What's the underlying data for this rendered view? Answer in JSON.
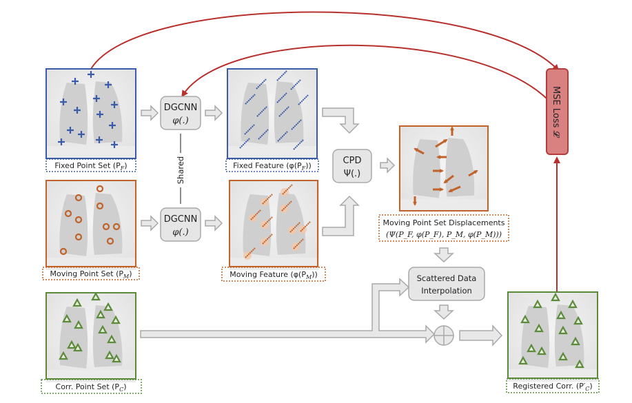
{
  "diagram": {
    "panels": {
      "fixed_point_set": {
        "caption": "Fixed Point Set (P",
        "sub": "F",
        "close": ")",
        "color": "#3a5ba8",
        "marker": "plus"
      },
      "moving_point_set": {
        "caption": "Moving Point Set (P",
        "sub": "M",
        "close": ")",
        "color": "#c0622a",
        "marker": "circle"
      },
      "corr_point_set": {
        "caption": "Corr. Point Set  (P",
        "sub": "C",
        "close": ")",
        "color": "#5b8a3a",
        "marker": "triangle"
      },
      "fixed_feature": {
        "caption": "Fixed Feature (φ(P",
        "sub": "F",
        "close": "))",
        "color": "#3a5ba8"
      },
      "moving_feature": {
        "caption": "Moving Feature (φ(P",
        "sub": "M",
        "close": "))",
        "color": "#c0622a"
      },
      "displacements": {
        "caption_line1": "Moving Point Set Displacements",
        "caption_line2": "(Ψ(P_F, φ(P_F), P_M, φ(P_M)))",
        "color": "#c0622a"
      },
      "registered_corr": {
        "caption": "Registered Corr. (P′",
        "sub": "C",
        "close": ")",
        "color": "#5b8a3a"
      }
    },
    "blocks": {
      "dgcnn_top": {
        "line1": "DGCNN",
        "line2": "φ(.)"
      },
      "dgcnn_bottom": {
        "line1": "DGCNN",
        "line2": "φ(.)"
      },
      "shared_label": "Shared",
      "cpd": {
        "line1": "CPD",
        "line2": "Ψ(.)"
      },
      "interpolation": {
        "line1": "Scattered Data",
        "line2": "Interpolation"
      },
      "mse_loss": "MSE Loss 𝓛",
      "sum_symbol": "⊕"
    },
    "colors": {
      "loss_fill": "#d98080",
      "loss_stroke": "#b83a3a",
      "feedback_arrow": "#b8302c",
      "block_fill": "#e6e6e6",
      "block_stroke": "#a8a8a8",
      "flow_arrow_fill": "#e8e8e8",
      "flow_arrow_stroke": "#a8a8a8"
    }
  }
}
